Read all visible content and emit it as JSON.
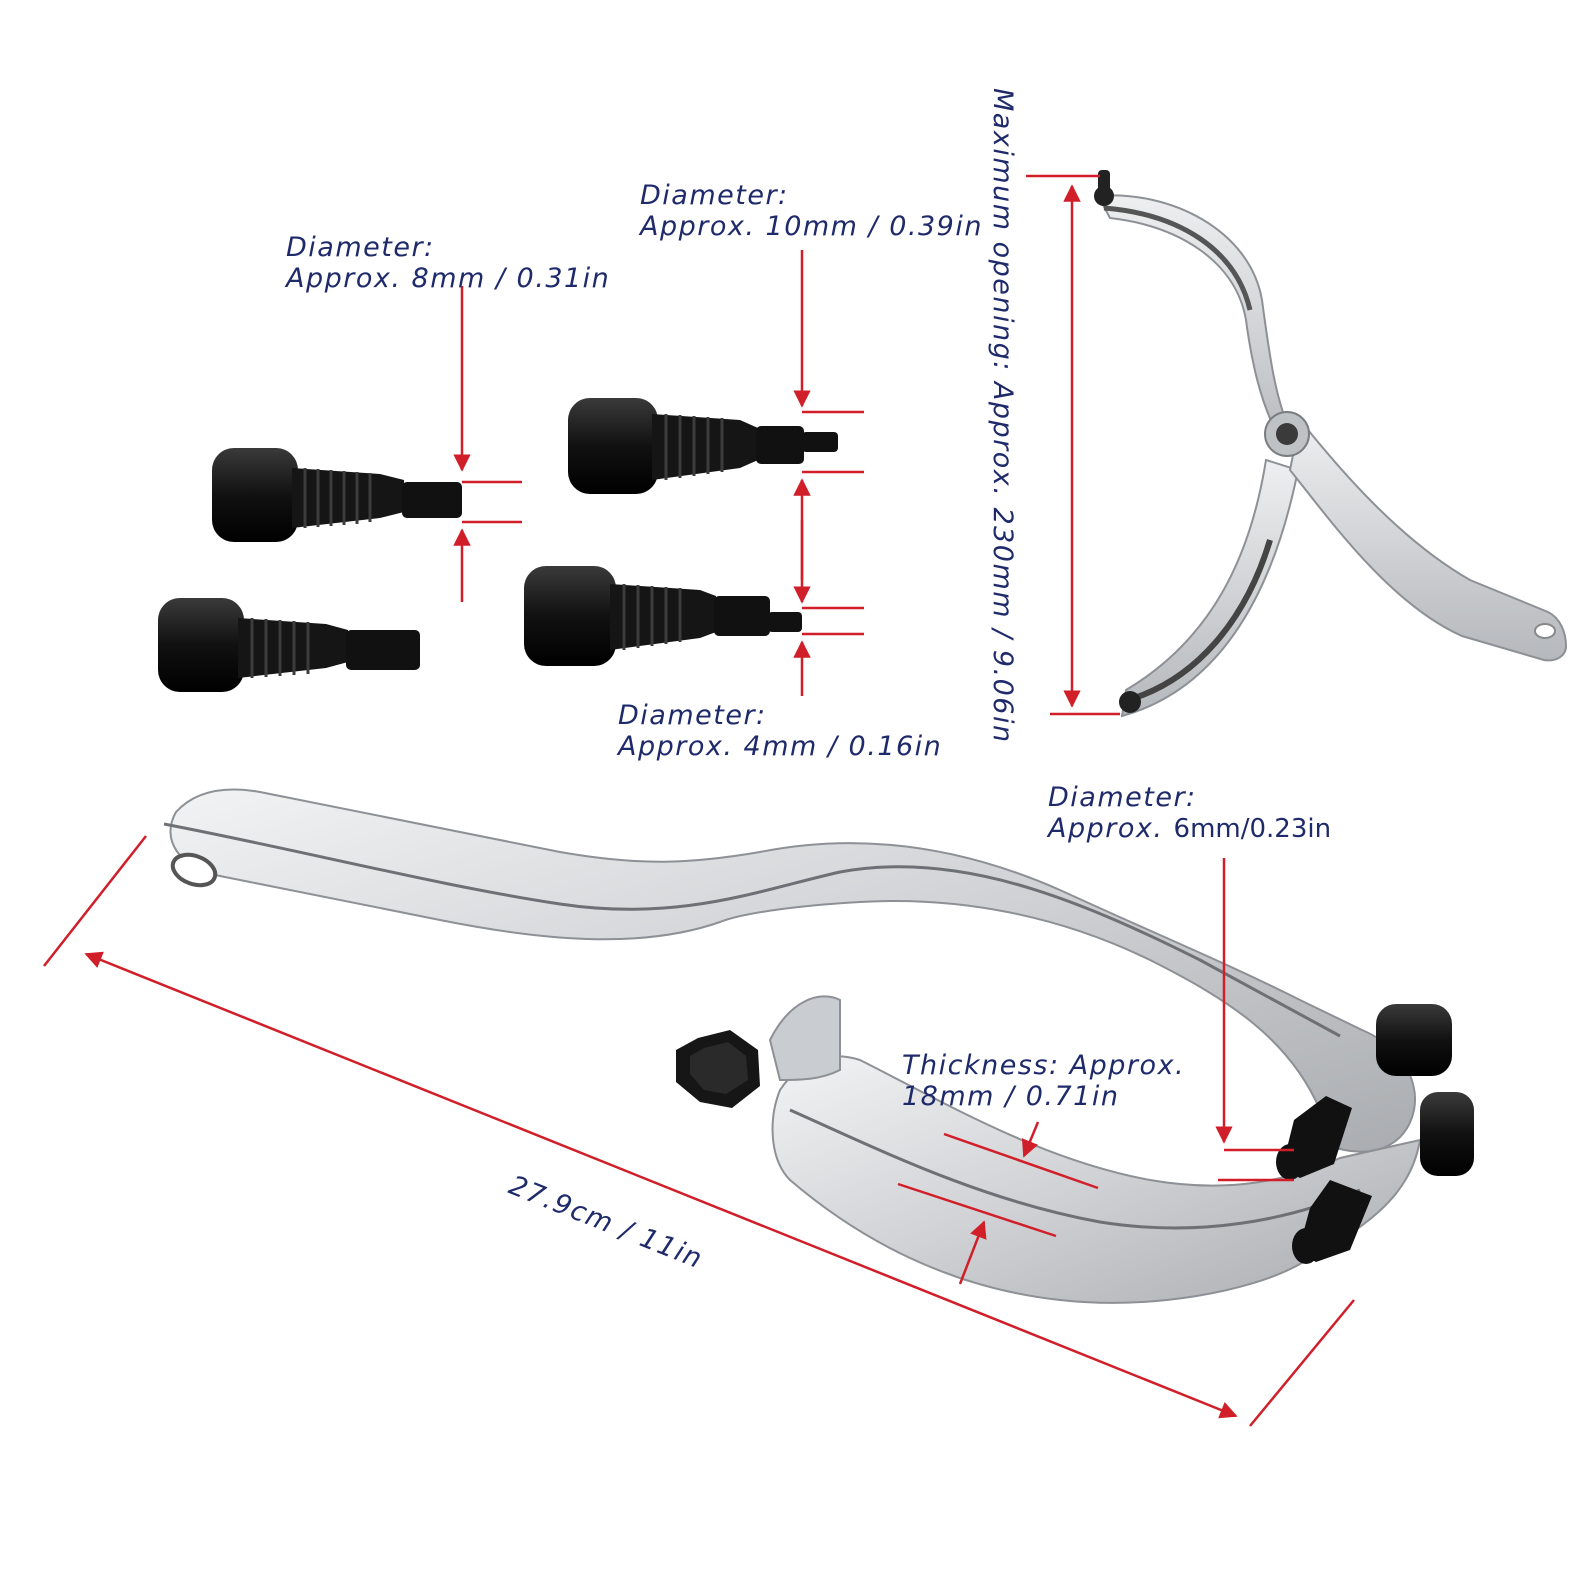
{
  "labels": {
    "pin_8mm": {
      "title": "Diameter:",
      "value": "Approx. 8mm / 0.31in"
    },
    "pin_10mm": {
      "title": "Diameter:",
      "value": "Approx. 10mm / 0.39in"
    },
    "pin_4mm": {
      "title": "Diameter:",
      "value": "Approx. 4mm / 0.16in"
    },
    "pin_6mm": {
      "title": "Diameter:",
      "value_prefix": "Approx.",
      "value": "6mm/0.23in"
    },
    "thickness": {
      "line1": "Thickness: Approx.",
      "line2": "18mm / 0.71in"
    },
    "length": "27.9cm / 11in",
    "max_opening": "Maximum opening: Approx. 230mm / 9.06in"
  },
  "colors": {
    "label_text": "#1f2a6b",
    "dimension_line": "#d11f2a",
    "metal": "#d9dadc",
    "pin": "#161616"
  }
}
